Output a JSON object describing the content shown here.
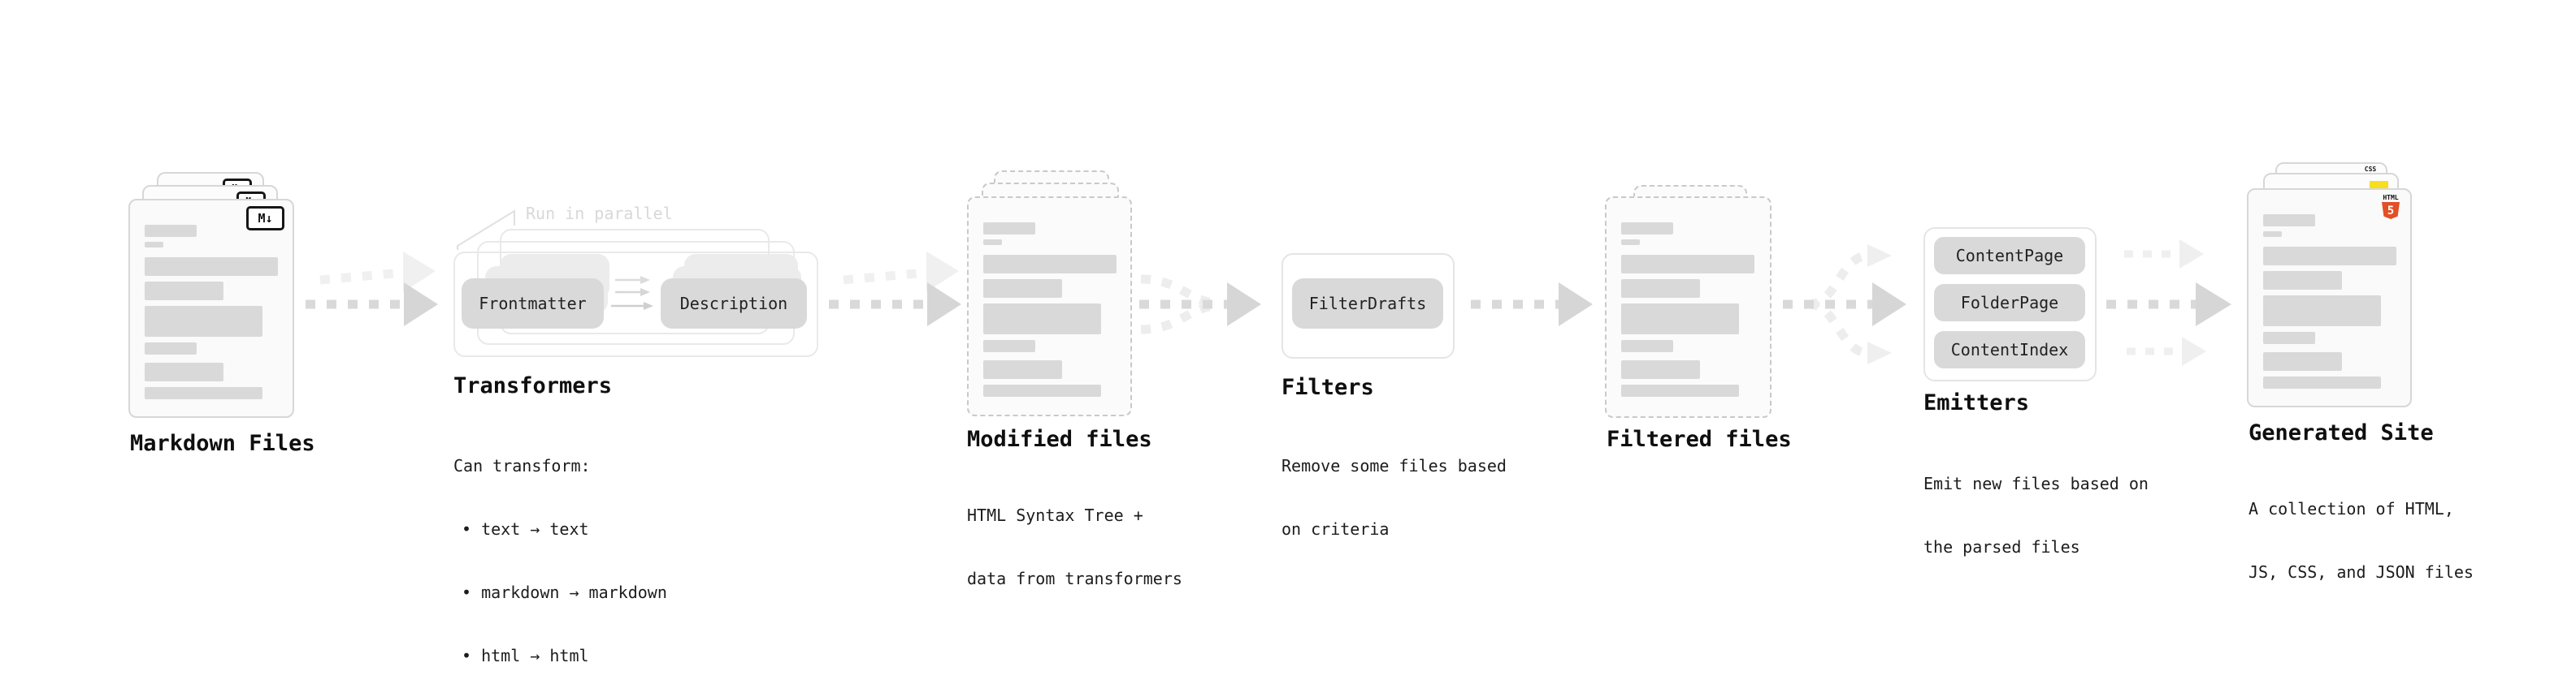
{
  "palette": {
    "html5_orange": "#e34f26",
    "js_yellow": "#f7df1e",
    "css_blue": "#2d66f2",
    "arrow_gray": "#d6d6d6",
    "arrow_light": "#eeeeee"
  },
  "stages": {
    "markdown_files": {
      "title": "Markdown Files",
      "badge": "M↓"
    },
    "transformers": {
      "title": "Transformers",
      "annotation": "Run in parallel",
      "plugin_a": "Frontmatter",
      "plugin_b": "Description",
      "desc_heading": "Can transform:",
      "bullets": [
        "• text → text",
        "• markdown → markdown",
        "• html → html"
      ]
    },
    "modified_files": {
      "title": "Modified files",
      "desc_line1": "HTML Syntax Tree +",
      "desc_line2": "data from transformers"
    },
    "filters": {
      "title": "Filters",
      "plugin": "FilterDrafts",
      "desc_line1": "Remove some files based",
      "desc_line2": "on criteria"
    },
    "filtered_files": {
      "title": "Filtered files"
    },
    "emitters": {
      "title": "Emitters",
      "plugins": [
        "ContentPage",
        "FolderPage",
        "ContentIndex"
      ],
      "desc_line1": "Emit new files based on",
      "desc_line2": "the parsed files"
    },
    "generated_site": {
      "title": "Generated Site",
      "badge_html_top": "HTML",
      "badge_html_num": "5",
      "badge_css": "CSS",
      "desc_line1": "A collection of HTML,",
      "desc_line2": "JS, CSS, and JSON files"
    }
  }
}
